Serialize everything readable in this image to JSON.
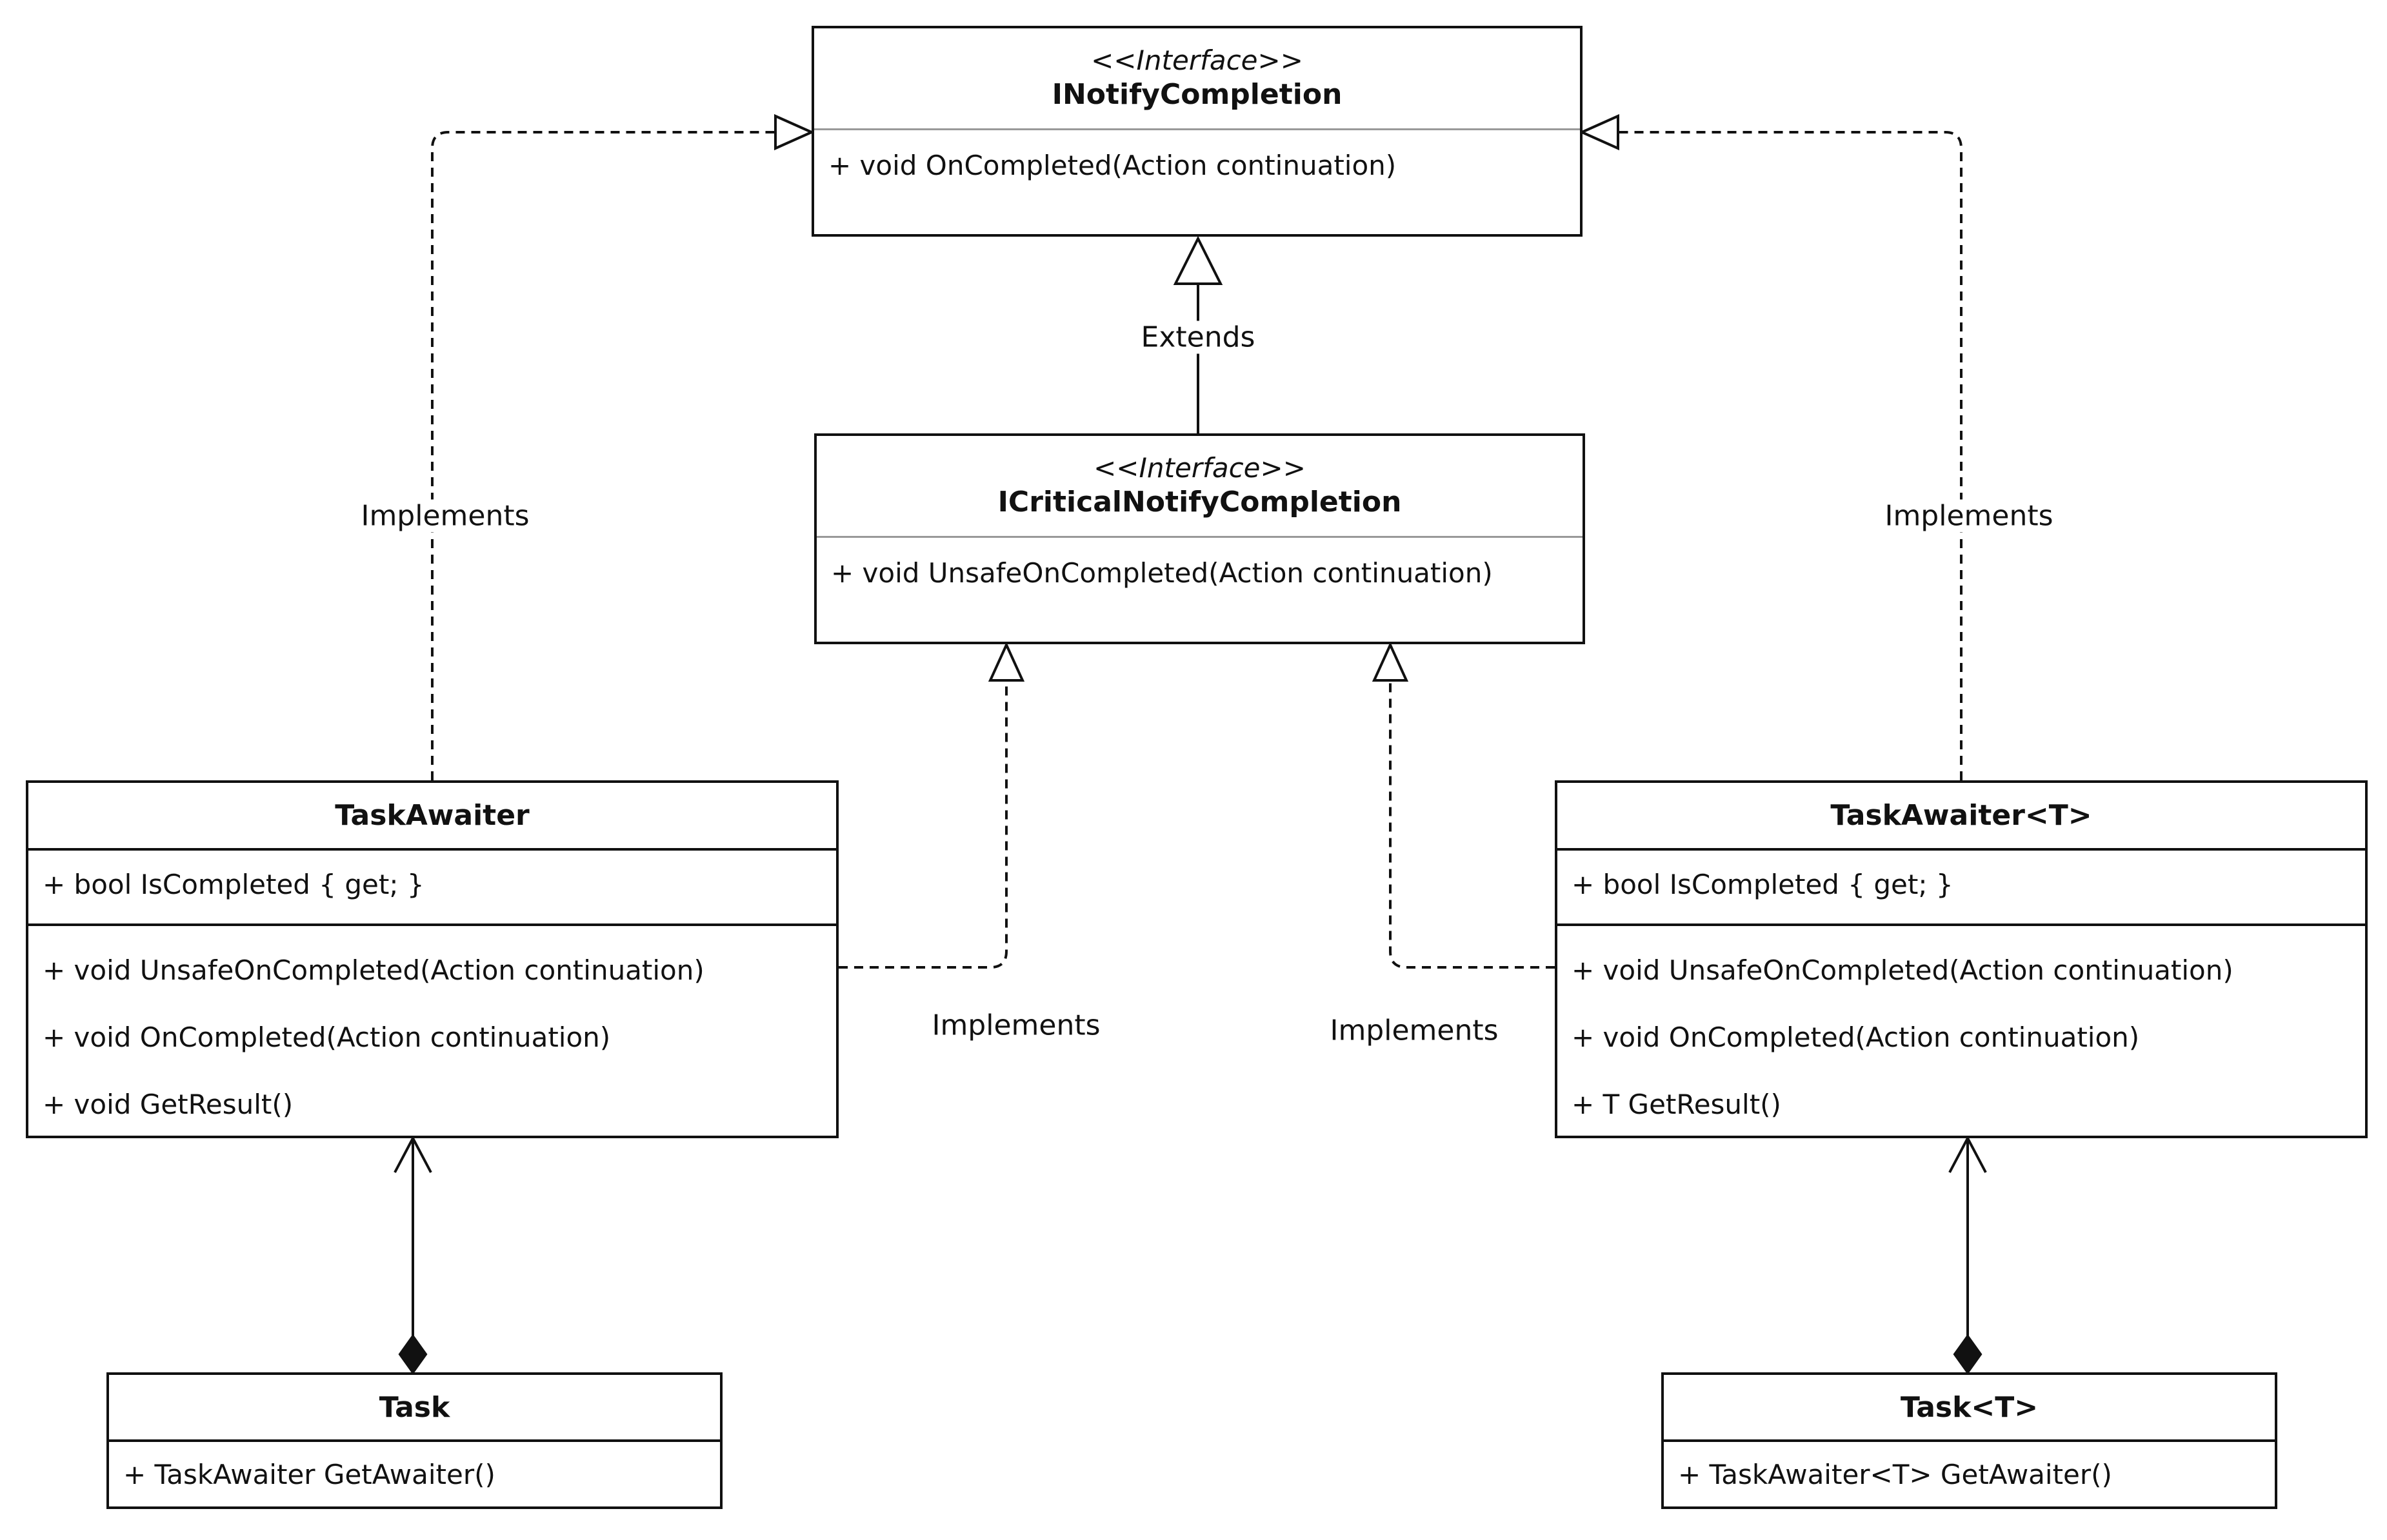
{
  "classes": {
    "inotify": {
      "stereotype": "<<Interface>>",
      "name": "INotifyCompletion",
      "methods": [
        "+ void OnCompleted(Action continuation)"
      ]
    },
    "icritical": {
      "stereotype": "<<Interface>>",
      "name": "ICriticalNotifyCompletion",
      "methods": [
        "+ void UnsafeOnCompleted(Action continuation)"
      ]
    },
    "taskawaiter": {
      "name": "TaskAwaiter",
      "fields": [
        "+ bool IsCompleted { get; }"
      ],
      "methods": [
        "+ void UnsafeOnCompleted(Action continuation)",
        "+ void OnCompleted(Action continuation)",
        "+ void GetResult()"
      ]
    },
    "taskawaiter_t": {
      "name": "TaskAwaiter<T>",
      "fields": [
        "+ bool IsCompleted { get; }"
      ],
      "methods": [
        "+ void UnsafeOnCompleted(Action continuation)",
        "+ void OnCompleted(Action continuation)",
        "+ T GetResult()"
      ]
    },
    "task": {
      "name": "Task",
      "methods": [
        "+ TaskAwaiter GetAwaiter()"
      ]
    },
    "task_t": {
      "name": "Task<T>",
      "methods": [
        "+ TaskAwaiter<T> GetAwaiter()"
      ]
    }
  },
  "edges": {
    "extends": "Extends",
    "implements_left_top": "Implements",
    "implements_right_top": "Implements",
    "implements_left_mid": "Implements",
    "implements_right_mid": "Implements"
  }
}
